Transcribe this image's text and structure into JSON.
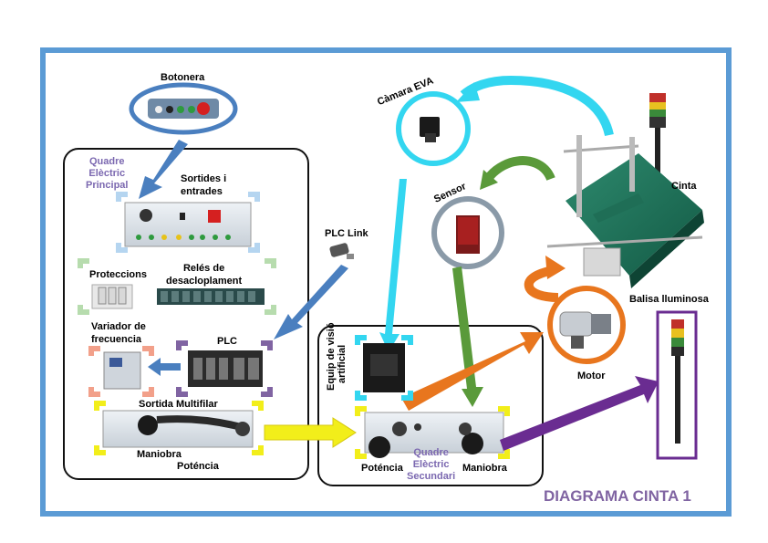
{
  "title": "DIAGRAMA CINTA 1",
  "labels": {
    "botonera": "Botonera",
    "quadre_principal_l1": "Quadre",
    "quadre_principal_l2": "Elèctric",
    "quadre_principal_l3": "Principal",
    "sortides_l1": "Sortides i",
    "sortides_l2": "entrades",
    "proteccions": "Proteccions",
    "reles_l1": "Relés de",
    "reles_l2": "desacloplament",
    "variador_l1": "Variador de",
    "variador_l2": "frecuencia",
    "plc": "PLC",
    "plc_link": "PLC Link",
    "sortida_multifilar": "Sortida Multifilar",
    "maniobra_left": "Maniobra",
    "potencia_left": "Poténcia",
    "camara": "Càmara EVA",
    "sensor": "Sensor",
    "cinta": "Cinta",
    "motor": "Motor",
    "balisa": "Balisa lluminosa",
    "equip_l1": "Equip de visió",
    "equip_l2": "artificial",
    "quadre_sec_l1": "Quadre",
    "quadre_sec_l2": "Elèctric",
    "quadre_sec_l3": "Secundari",
    "potencia_right": "Poténcia",
    "maniobra_right": "Maniobra"
  },
  "colors": {
    "frame": "#5b9bd5",
    "cyan": "#33d6f0",
    "green": "#5a9a3a",
    "orange": "#e8761e",
    "purple": "#6a2c91",
    "yellow": "#f2ee1a",
    "blue_arrow": "#4a7fbf",
    "title": "#8064a2"
  }
}
